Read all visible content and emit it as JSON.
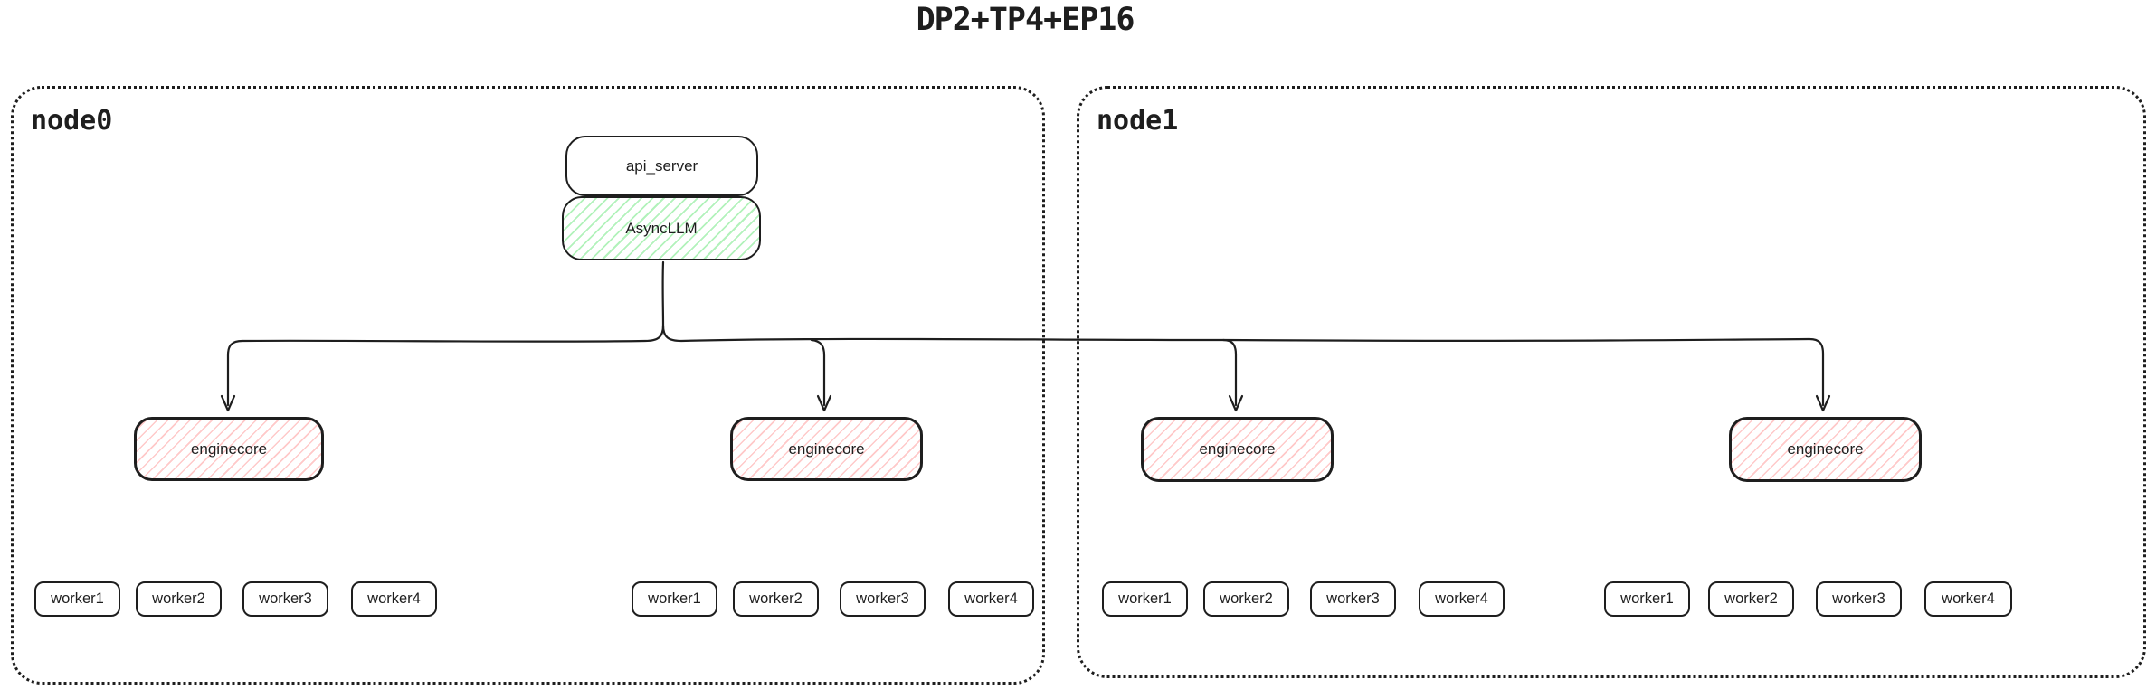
{
  "title": "DP2+TP4+EP16",
  "colors": {
    "ink": "#1e1e1e",
    "green_fill": "#b2f2bb",
    "red_fill": "#ffc9c9"
  },
  "nodes": [
    {
      "label": "node0"
    },
    {
      "label": "node1"
    }
  ],
  "boxes": {
    "api_server": "api_server",
    "async_llm": "AsyncLLM",
    "enginecore": "enginecore"
  },
  "workers": [
    "worker1",
    "worker2",
    "worker3",
    "worker4"
  ]
}
